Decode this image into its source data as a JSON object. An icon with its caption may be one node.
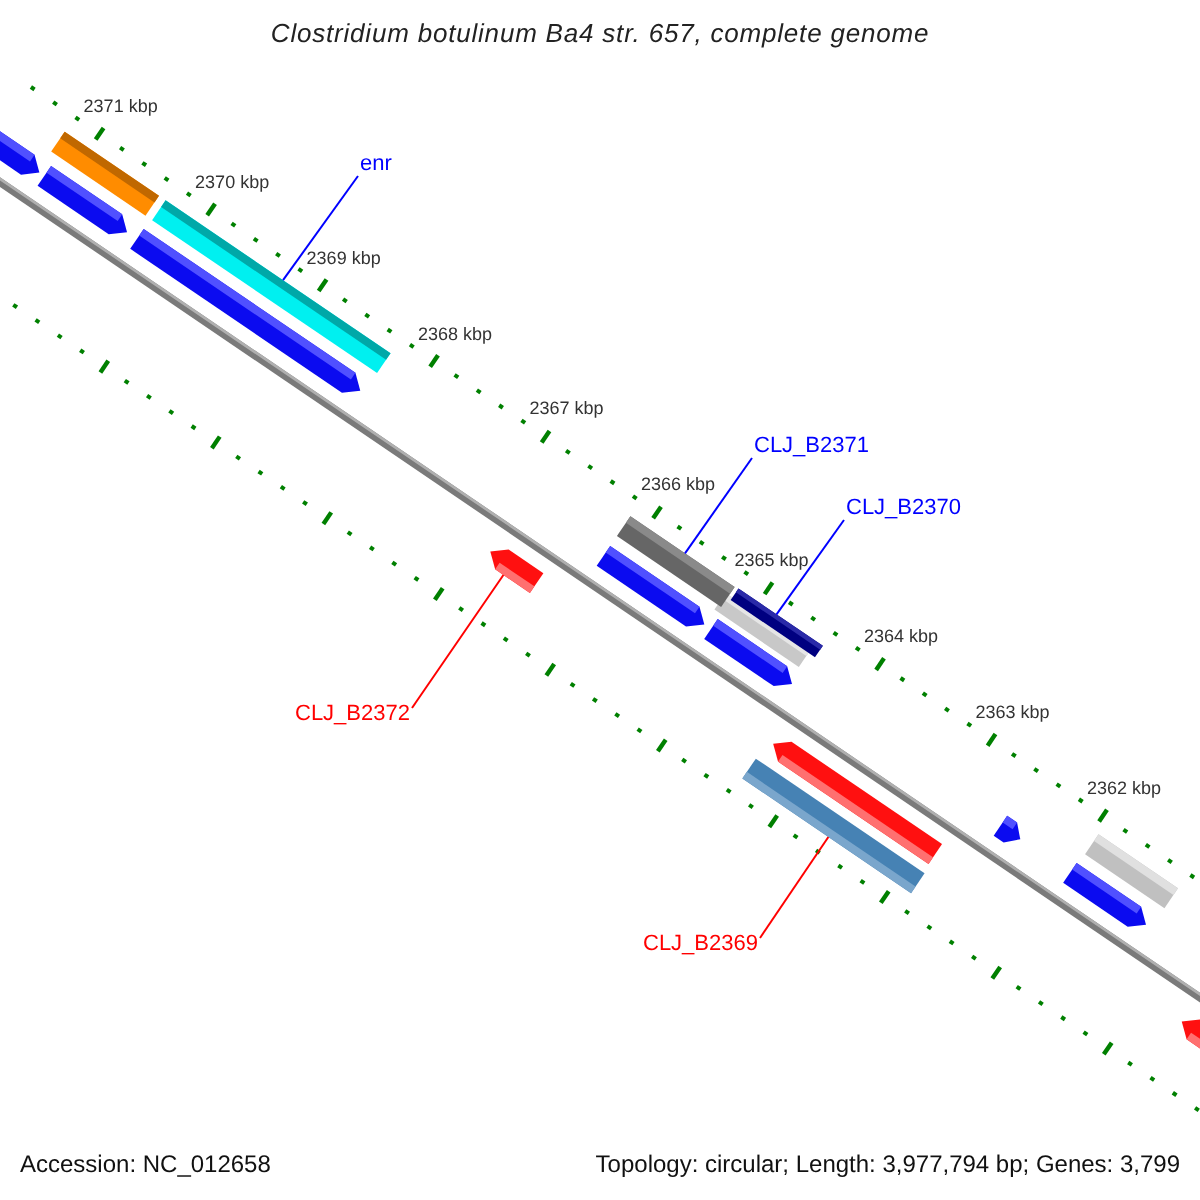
{
  "diagram": {
    "title": "Clostridium botulinum Ba4 str. 657, complete genome",
    "nodes": [
      {
        "text": [
          "enr"
        ]
      },
      {
        "text": [],
        "shape": "bar"
      },
      {
        "text": [
          "CLJ_B2371"
        ]
      },
      {
        "text": [],
        "shape": "bar"
      },
      {
        "text": [
          "CLJ_B2370"
        ]
      },
      {
        "text": [],
        "shape": "bar"
      },
      {
        "text": [
          "CLJ_B2372"
        ]
      },
      {
        "text": [],
        "shape": "pentagon"
      },
      {
        "text": [
          "CLJ_B2369"
        ]
      },
      {
        "text": [],
        "shape": "bar"
      },
      {
        "text": [],
        "shape": "pentagon"
      },
      {
        "text": [],
        "shape": "bar"
      },
      {
        "text": [],
        "shape": "pentagon"
      },
      {
        "text": [],
        "shape": "pentagon"
      },
      {
        "text": [],
        "shape": "pentagon"
      },
      {
        "text": [],
        "shape": "bar"
      },
      {
        "text": [],
        "shape": "pentagon"
      },
      {
        "text": [],
        "shape": "pentagon"
      },
      {
        "text": [],
        "shape": "pentagon"
      },
      {
        "text": [],
        "shape": "pentagon"
      },
      {
        "text": [],
        "shape": "bar"
      },
      {
        "text": [],
        "shape": "pentagon"
      }
    ],
    "edges": [
      {
        "from": 0,
        "to": 1,
        "arrow": "none"
      },
      {
        "from": 2,
        "to": 3,
        "arrow": "none"
      },
      {
        "from": 4,
        "to": 5,
        "arrow": "none"
      },
      {
        "from": 6,
        "to": 7,
        "arrow": "none",
        "color": "#ff0000"
      },
      {
        "from": 8,
        "to": 9,
        "arrow": "none",
        "color": "#ff0000"
      }
    ],
    "labels": [
      "2371 kbp",
      "2370 kbp",
      "2369 kbp",
      "2368 kbp",
      "2367 kbp",
      "2366 kbp",
      "2365 kbp",
      "2364 kbp",
      "2363 kbp",
      "2362 kbp",
      "Accession: NC_012658",
      "Topology: circular; Length: 3,977,794 bp; Genes: 3,799"
    ]
  }
}
